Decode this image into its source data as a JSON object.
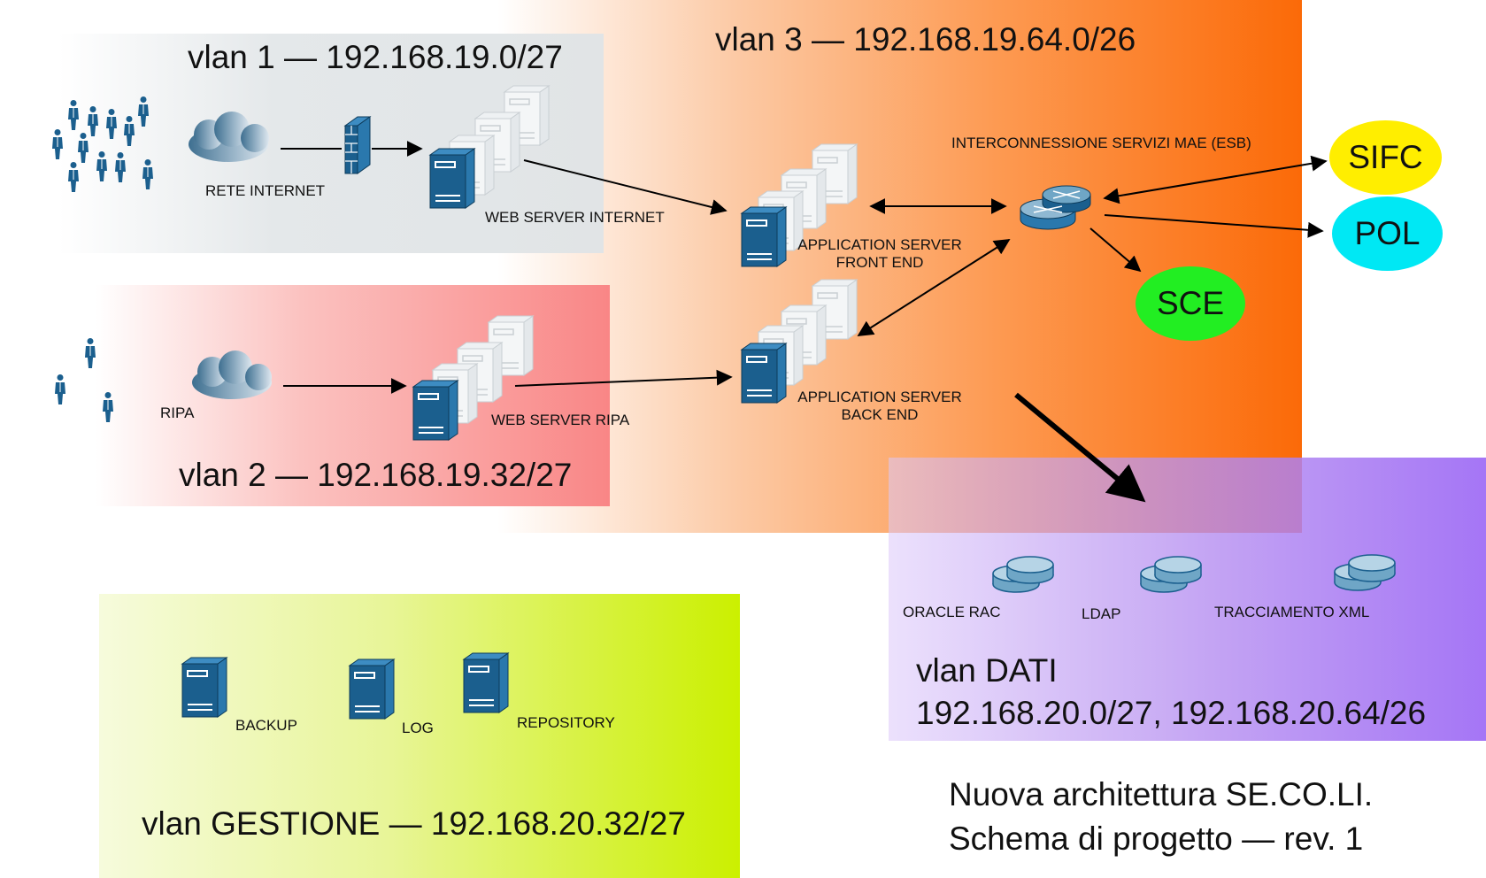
{
  "zones": {
    "vlan1": "vlan 1 — 192.168.19.0/27",
    "vlan2": "vlan 2 — 192.168.19.32/27",
    "vlan3": "vlan 3 — 192.168.19.64.0/26",
    "vlan_dati_line1": "vlan DATI",
    "vlan_dati_line2": "192.168.20.0/27, 192.168.20.64/26",
    "vlan_gestione": "vlan GESTIONE — 192.168.20.32/27"
  },
  "nodes": {
    "rete_internet": "RETE INTERNET",
    "web_server_internet": "WEB SERVER INTERNET",
    "ripa": "RIPA",
    "web_server_ripa": "WEB SERVER RIPA",
    "app_front_line1": "APPLICATION SERVER",
    "app_front_line2": "FRONT END",
    "app_back_line1": "APPLICATION SERVER",
    "app_back_line2": "BACK END",
    "esb": "INTERCONNESSIONE SERVIZI MAE (ESB)",
    "oracle_rac": "ORACLE RAC",
    "ldap": "LDAP",
    "tracciamento": "TRACCIAMENTO XML",
    "backup": "BACKUP",
    "log": "LOG",
    "repository": "REPOSITORY"
  },
  "external_services": {
    "sifc": "SIFC",
    "pol": "POL",
    "sce": "SCE"
  },
  "caption": {
    "line1": "Nuova architettura SE.CO.LI.",
    "line2": "Schema di progetto — rev. 1"
  },
  "colors": {
    "server_blue": "#1b5f8e",
    "sifc": "#ffee00",
    "pol": "#00e8f4",
    "sce": "#22ee22"
  }
}
